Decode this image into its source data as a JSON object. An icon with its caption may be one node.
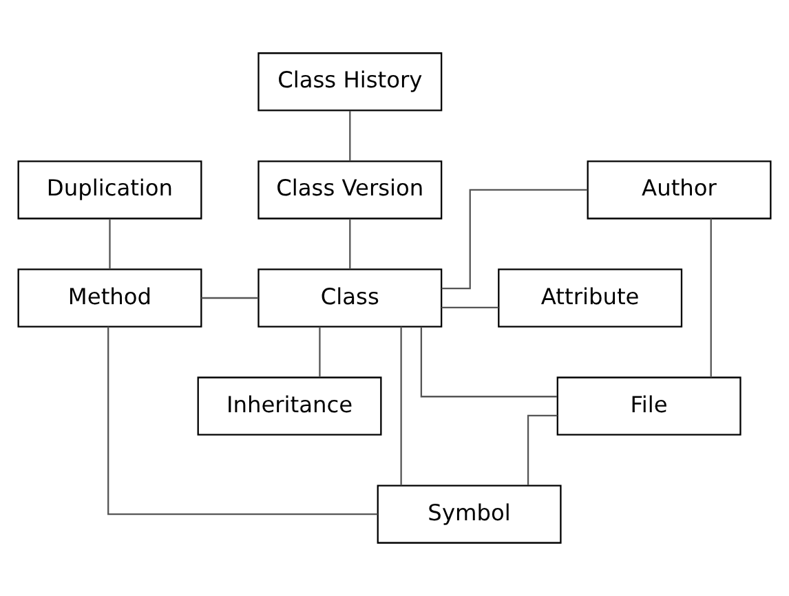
{
  "diagram": {
    "nodes": [
      {
        "text": [
          "Class History"
        ]
      },
      {
        "text": [
          "Class Version"
        ]
      },
      {
        "text": [
          "Duplication"
        ]
      },
      {
        "text": [
          "Author"
        ]
      },
      {
        "text": [
          "Method"
        ]
      },
      {
        "text": [
          "Class"
        ]
      },
      {
        "text": [
          "Attribute"
        ]
      },
      {
        "text": [
          "Inheritance"
        ]
      },
      {
        "text": [
          "File"
        ]
      },
      {
        "text": [
          "Symbol"
        ]
      }
    ],
    "edges": [
      {
        "from": 0,
        "to": 1,
        "arrow": "none"
      },
      {
        "from": 1,
        "to": 5,
        "arrow": "none"
      },
      {
        "from": 2,
        "to": 4,
        "arrow": "none"
      },
      {
        "from": 4,
        "to": 5,
        "arrow": "none"
      },
      {
        "from": 4,
        "to": 9,
        "arrow": "none"
      },
      {
        "from": 5,
        "to": 7,
        "arrow": "none"
      },
      {
        "from": 5,
        "to": 3,
        "arrow": "none"
      },
      {
        "from": 5,
        "to": 6,
        "arrow": "none"
      },
      {
        "from": 5,
        "to": 8,
        "arrow": "none"
      },
      {
        "from": 5,
        "to": 9,
        "arrow": "none"
      },
      {
        "from": 3,
        "to": 8,
        "arrow": "none"
      },
      {
        "from": 8,
        "to": 9,
        "arrow": "none"
      }
    ]
  }
}
